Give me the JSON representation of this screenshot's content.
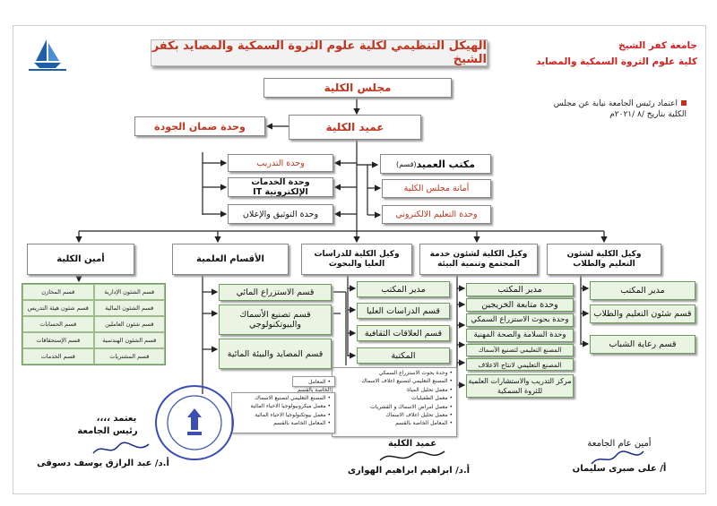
{
  "header": {
    "title": "الهيكل التنظيمي لكلية علوم الثروة السمكية والمصايد بكفر الشيخ",
    "university": "جامعة كفر الشيخ",
    "faculty": "كلية علوم الثروة السمكية والمصايد"
  },
  "note": {
    "line1": "اعتماد رئيس الجامعة نيابة عن مجلس",
    "line2": "الكلية بتاريخ /٨ /٢٠٢١م"
  },
  "council": "مجلس الكلية",
  "dean": "عميد الكلية",
  "quality": "وحدة ضمان الجودة",
  "dean_office": {
    "title": "مكتب العميد",
    "title_suffix": "(قسم)",
    "items": [
      "أمانة مجلس الكلية",
      "وحدة التعليم الالكتروني"
    ]
  },
  "units": [
    "وحدة التدريب",
    "وحدة الخدمات الإلكترونية IT",
    "وحدة التوثيق والإعلان"
  ],
  "vp_education": {
    "title": "وكيل الكلية لشئون التعليم والطلاب",
    "items": [
      "مدير المكتب",
      "قسم شئون التعليم والطلاب",
      "قسم رعاية الشباب"
    ]
  },
  "vp_community": {
    "title": "وكيل الكلية لشئون خدمة المجتمع وتنمية البيئة",
    "items": [
      "مدير المكتب",
      "وحدة متابعة الخريجين",
      "وحدة بحوث الاستزراع السمكي",
      "وحدة السلامة والصحة المهنية",
      "المصنع التعليمي لتصنيع الأسماك",
      "المصنع التعليمي لانتاج الاعلاف",
      "مركز التدريب والاستشارات العلمية للثروة السمكية"
    ]
  },
  "vp_grad": {
    "title": "وكيل الكلية للدراسات العليا والبحوث",
    "items": [
      "مدير المكتب",
      "قسم الدراسات العليا",
      "قسم العلاقات الثقافية",
      "المكتبة"
    ],
    "list": [
      "وحدة بحوث الاستزراع السمكي",
      "المصنع التعليمي لتصنيع اعلاف الاسماك",
      "معمل تحليل المياة",
      "معمل الطفيليات",
      "معمل امراض الاسماك و القشريات",
      "معمل تحليل اعلاف الاسماك",
      "المعامل الخاصة بالقسم"
    ]
  },
  "departments": {
    "title": "الأقسام العلمية",
    "items": [
      "قسم الاستزراع المائي",
      "قسم تصنيع الأسماك والبيوتكنولوجي",
      "قسم المصايد والبيئة المائية"
    ],
    "list_a": [
      "المعامل الخاصة بالقسم"
    ],
    "list_b": [
      "المصنع التعليمي لتصنيع الاسماك",
      "معمل ميكروبيولوجيا الاحياء المائية",
      "معمل بيوتكنولوجيا الاحياء المائية",
      "المعامل الخاصة بالقسم"
    ]
  },
  "secretary": {
    "title": "أمين الكلية",
    "cells": [
      "قسم المخازن",
      "قسم الشئون الإدارية",
      "قسم شئون هيئة التدريس",
      "قسم الشئون المالية",
      "قسم شئون العاملين",
      "قسم الحسابات",
      "قسم الشئون الهندسية",
      "قسم الإستحقاقات",
      "قسم المشتريات",
      "قسم الخدمات"
    ]
  },
  "signatures": {
    "approve": "يعتمد ،،،،",
    "president_role": "رئيس الجامعة",
    "president_name": "أ.د/ عبد الرازق يوسف دسوقى",
    "dean_role": "عميد الكلية",
    "dean_name": "أ.د/ ابراهيم ابراهيم الهوارى",
    "sg_role": "أمين عام الجامعة",
    "sg_name": "أ/ على صبرى سليمان"
  },
  "colors": {
    "accent": "#c0341d",
    "line": "#222222",
    "green": "#e9f4e3",
    "stamp": "#3b4fb3"
  }
}
